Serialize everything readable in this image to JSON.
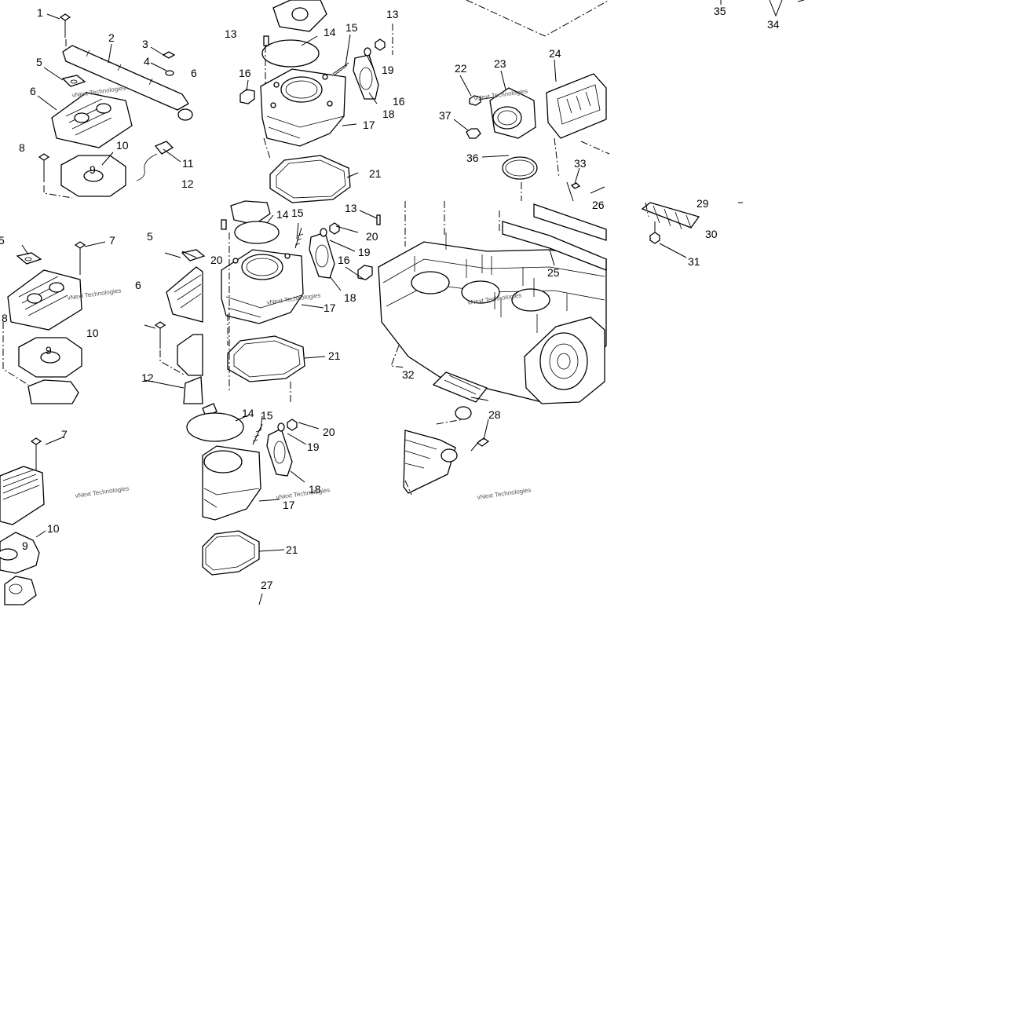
{
  "diagram": {
    "watermark": "vNext Technologies",
    "callouts": {
      "t1": [
        "1",
        "2",
        "3",
        "4",
        "5",
        "6",
        "6",
        "8",
        "10",
        "9",
        "11",
        "12",
        "13",
        "14",
        "15",
        "16",
        "17",
        "18",
        "19",
        "16",
        "21",
        "13"
      ],
      "t2": [
        "22",
        "23",
        "24",
        "37",
        "36",
        "33",
        "35",
        "34"
      ],
      "t3": [
        "5",
        "7",
        "6",
        "8",
        "10",
        "9",
        "12",
        "20",
        "5",
        "14",
        "15",
        "13",
        "20",
        "19",
        "16",
        "17",
        "18",
        "21",
        "26",
        "25",
        "29",
        "30",
        "31",
        "32"
      ],
      "t4": [
        "7",
        "10",
        "9",
        "14",
        "15",
        "20",
        "19",
        "18",
        "17",
        "21",
        "27",
        "28"
      ]
    }
  }
}
